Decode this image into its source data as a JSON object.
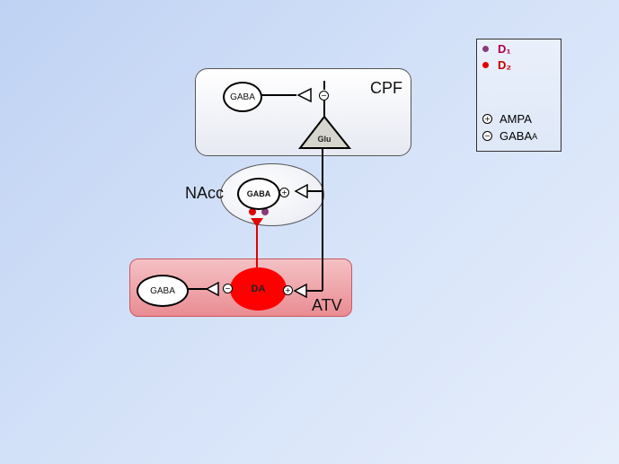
{
  "regions": {
    "cpf": "CPF",
    "nacc": "NAcc",
    "atv": "ATV"
  },
  "cells": {
    "cpf_gaba": "GABA",
    "glu": "Glu",
    "nacc_gaba": "GABA",
    "atv_gaba": "GABA",
    "da": "DA"
  },
  "signs": {
    "plus": "+",
    "minus": "−"
  },
  "legend": {
    "d1": "D₁",
    "d2": "D₂",
    "ampa": "AMPA",
    "gaba_a": "GABA",
    "gaba_a_sub": "A"
  },
  "colors": {
    "d1": "#8a3a7a",
    "d2": "#e00000",
    "dopamine_path": "#e00000",
    "da_cell": "#ff0000",
    "atv_fill": "#efa2a7"
  }
}
